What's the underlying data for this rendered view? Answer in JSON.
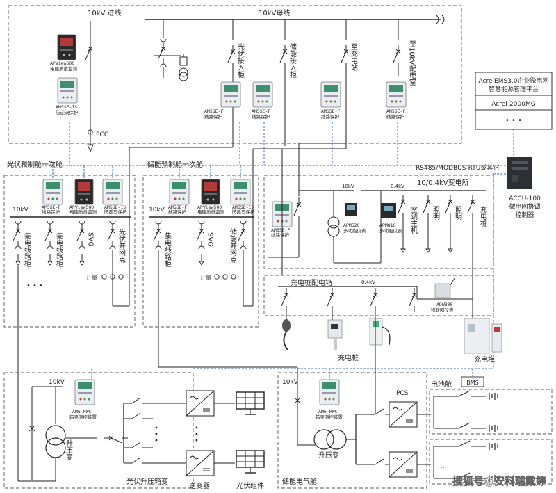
{
  "top": {
    "incoming_label": "10kV  进线",
    "busbar_label": "10kV母线",
    "pcc_label": "PCC",
    "apview": {
      "model": "APView500",
      "desc": "电能质量监测"
    },
    "am5se_is_top": {
      "model": "AM5SE-IS",
      "desc": "防逆流保护"
    },
    "pv_access_label": "光伏接入柜",
    "storage_access_label": "储能接入柜",
    "to_charging_label": "至充电站",
    "to_substation_label": "至10kV配电室",
    "line_protect": {
      "model": "AM5SE-F",
      "desc": "线路保护"
    }
  },
  "ems": {
    "platform_line1": "AcrelEMS3.0企业微电网",
    "platform_line2": "智慧能源管理平台",
    "acrel2000": "Acrel-2000MG",
    "dots": "• • •",
    "accu_line1": "ACCU-100",
    "accu_line2": "微电网协调",
    "accu_line3": "控制器",
    "rs485": "RS485/MODBUS-RTU或其它"
  },
  "pv_cabin": {
    "title": "光伏预制舱一次舱",
    "bus": "10kV",
    "dev1": {
      "model": "AM5SE-F",
      "desc": "线路保护"
    },
    "dev2": {
      "model": "APView500",
      "desc": "电能质量监测"
    },
    "dev3": {
      "model": "AM5SE-IS",
      "desc": "防孤岛保护"
    },
    "feeders": [
      "集电线路柜",
      "集电线路柜",
      "SVG",
      "光伏并网点"
    ],
    "dots": "• • •",
    "meter": "计量"
  },
  "st_cabin": {
    "title": "储能预制舱一次舱",
    "bus": "10kV",
    "dev1": {
      "model": "AM5SE-F",
      "desc": "线路保护"
    },
    "dev2": {
      "model": "APView500",
      "desc": "电能质量监测"
    },
    "dev3": {
      "model": "AM5SE-IS",
      "desc": "防孤岛保护"
    },
    "feeders": [
      "集电线路柜",
      "SVG",
      "储能并网点"
    ],
    "meter": "计量"
  },
  "substation": {
    "title": "10/0.4kV变电所",
    "hv": "10kV",
    "lv": "0.4kV",
    "dev1": {
      "model": "AM5SE-F",
      "desc": "线路保护"
    },
    "apm520": {
      "model": "APM520",
      "desc": "多功能仪表"
    },
    "apm810": {
      "model": "APM810",
      "desc": "多功能仪表"
    },
    "loads": [
      "空调主机",
      "照明",
      "照明",
      "充电桩"
    ]
  },
  "charging": {
    "box_title": "充电桩配电箱",
    "lv": "0.4kV",
    "adw": {
      "model": "ADW300",
      "desc": "物联网仪表"
    },
    "pile_label": "充电桩",
    "stack_label": "充电堆"
  },
  "pv_boost": {
    "hv": "10kV",
    "device": {
      "model": "AM6-PWC",
      "desc": "箱变测控装置"
    },
    "transformer": "升压变",
    "title": "光伏升压箱变",
    "inverter": "逆变器",
    "pv_module": "光伏组件",
    "dots": "• • •"
  },
  "storage_elec": {
    "hv": "10kV",
    "device": {
      "model": "AM6-PWC",
      "desc": "箱变测控装置"
    },
    "transformer": "升压变",
    "title": "储能电气舱",
    "pcs": "PCS",
    "battery_cabin": "电池舱",
    "bms": "BMS"
  },
  "watermark": "搜狐号@安科瑞戴婷",
  "colors": {
    "line": "#222222",
    "dashed": "#555555",
    "blue_dash": "#3a6ab4"
  }
}
